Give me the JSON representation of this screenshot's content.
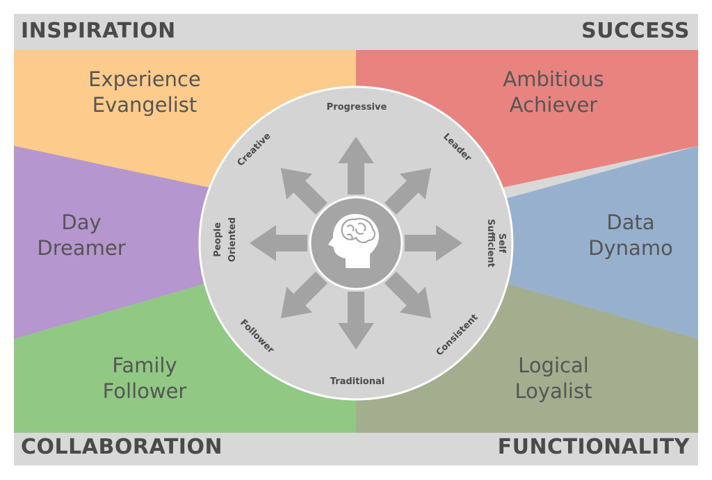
{
  "corners": {
    "top_left": "INSPIRATION",
    "top_right": "SUCCESS",
    "bottom_left": "COLLABORATION",
    "bottom_right": "FUNCTIONALITY"
  },
  "segments": [
    {
      "key": "experience_evangelist",
      "line1": "Experience",
      "line2": "Evangelist",
      "color": "#fdcb8b"
    },
    {
      "key": "ambitious_achiever",
      "line1": "Ambitious",
      "line2": "Achiever",
      "color": "#e8837f"
    },
    {
      "key": "data_dynamo",
      "line1": "Data",
      "line2": "Dynamo",
      "color": "#97b0cd"
    },
    {
      "key": "logical_loyalist",
      "line1": "Logical",
      "line2": "Loyalist",
      "color": "#a2ae8e"
    },
    {
      "key": "family_follower",
      "line1": "Family",
      "line2": "Follower",
      "color": "#90c884"
    },
    {
      "key": "day_dreamer",
      "line1": "Day",
      "line2": "Dreamer",
      "color": "#b596ce"
    }
  ],
  "wheel": {
    "labels": {
      "progressive": "Progressive",
      "leader": "Leader",
      "self_sufficient_1": "Self",
      "self_sufficient_2": "Sufficient",
      "consistent": "Consistent",
      "traditional": "Traditional",
      "follower": "Follower",
      "people_oriented_1": "People",
      "people_oriented_2": "Oriented",
      "creative": "Creative"
    },
    "center_icon": "head-brain-icon"
  },
  "colors": {
    "band": "#d8d8d8",
    "wheel": "#d4d4d4",
    "arrow": "#a3a3a3",
    "hub": "#a5a5a5",
    "text": "#4a4a4a"
  }
}
